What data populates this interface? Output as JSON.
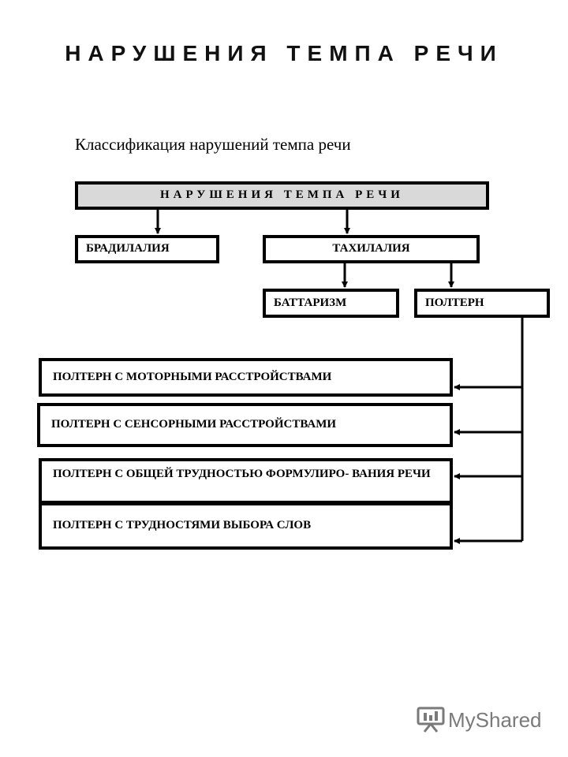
{
  "title": "НАРУШЕНИЯ ТЕМПА РЕЧИ",
  "subtitle": "Классификация нарушений темпа речи",
  "diagram": {
    "root": "НАРУШЕНИЯ ТЕМПА РЕЧИ",
    "level1": [
      "БРАДИЛАЛИЯ",
      "ТАХИЛАЛИЯ"
    ],
    "level2": [
      "БАТТАРИЗМ",
      "ПОЛТЕРН"
    ],
    "poltern_types": [
      "ПОЛТЕРН С МОТОРНЫМИ РАССТРОЙСТВАМИ",
      "ПОЛТЕРН С СЕНСОРНЫМИ РАССТРОЙСТВАМИ",
      "ПОЛТЕРН С ОБЩЕЙ ТРУДНОСТЬЮ ФОРМУЛИРО- ВАНИЯ РЕЧИ",
      "ПОЛТЕРН С ТРУДНОСТЯМИ ВЫБОРА СЛОВ"
    ]
  },
  "watermark": {
    "text": "MyShared",
    "icon": "presentation-board-icon",
    "color": "#7a7a7a"
  }
}
